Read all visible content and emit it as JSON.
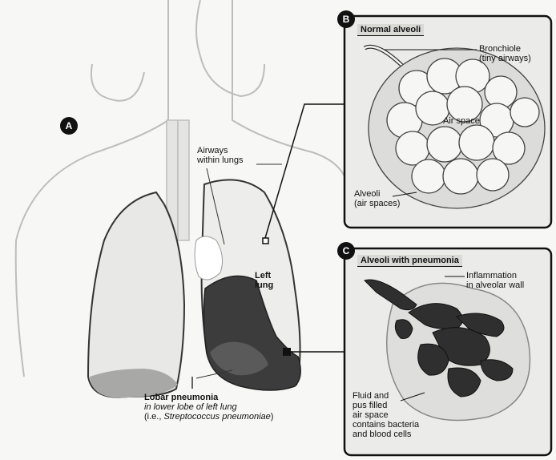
{
  "panel_a": {
    "badge": "A",
    "airways_label": [
      "Airways",
      "within lungs"
    ],
    "left_lung_label": [
      "Left",
      "lung"
    ],
    "lobar_title": "Lobar pneumonia",
    "lobar_sub1": "in lower lobe of left lung",
    "lobar_sub2_prefix": "(i.e., ",
    "lobar_sub2_italic": "Streptococcus pneumoniae",
    "lobar_sub2_suffix": ")"
  },
  "panel_b": {
    "badge": "B",
    "title": "Normal alveoli",
    "bronchiole_label": [
      "Bronchiole",
      "(tiny airways)"
    ],
    "air_space_label": "Air space",
    "alveoli_label": [
      "Alveoli",
      "(air spaces)"
    ]
  },
  "panel_c": {
    "badge": "C",
    "title": "Alveoli with pneumonia",
    "inflammation_label": [
      "Inflammation",
      "in alveolar wall"
    ],
    "fluid_label": [
      "Fluid and",
      "pus filled",
      "air space",
      "contains bacteria",
      "and blood cells"
    ]
  }
}
